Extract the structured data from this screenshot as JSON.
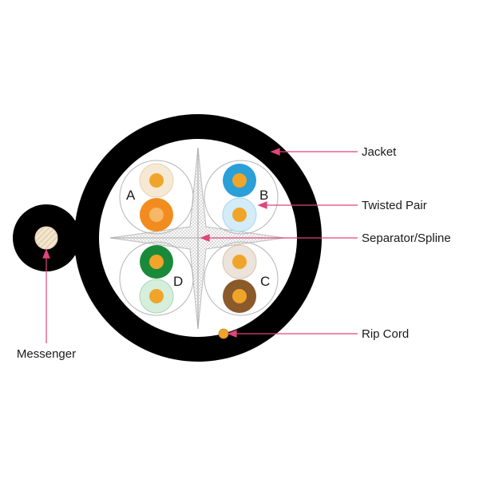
{
  "labels": {
    "jacket": "Jacket",
    "twisted_pair": "Twisted Pair",
    "separator": "Separator/Spline",
    "rip_cord": "Rip Cord",
    "messenger": "Messenger"
  },
  "pairs": [
    {
      "letter": "A",
      "solid_color": "#f28c1e",
      "stripe_color": "#f6c88f"
    },
    {
      "letter": "B",
      "solid_color": "#2a9fd8",
      "stripe_color": "#a7d6ee"
    },
    {
      "letter": "C",
      "solid_color": "#8b5a2b",
      "stripe_color": "#d9c3ad"
    },
    {
      "letter": "D",
      "solid_color": "#1a8a3a",
      "stripe_color": "#a9d7b5"
    }
  ],
  "colors": {
    "jacket": "#000000",
    "copper_core": "#f0a52a",
    "callout_line": "#e0457b",
    "pair_outline": "#b5b5b5",
    "separator": "#bdbdbd"
  }
}
